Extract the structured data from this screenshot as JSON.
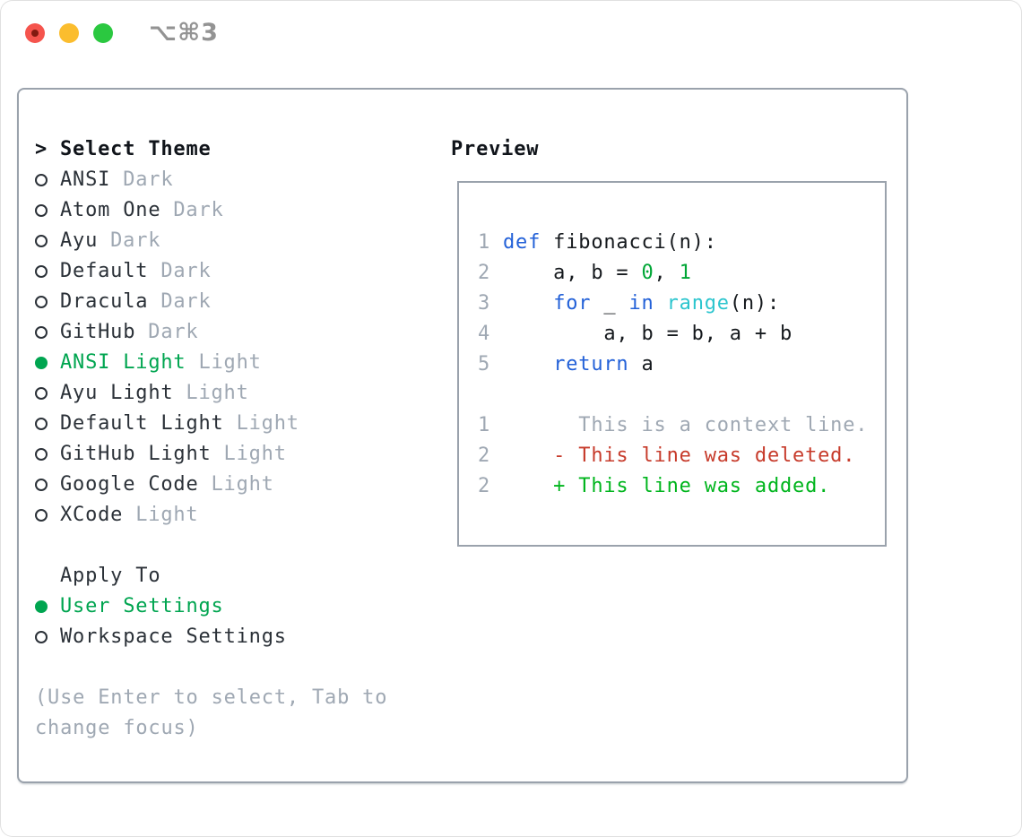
{
  "titlebar": {
    "shortcut": "⌥⌘3"
  },
  "theme_picker": {
    "cursor": ">",
    "title": "Select Theme",
    "items": [
      {
        "name": "ANSI",
        "tag": "Dark",
        "selected": false
      },
      {
        "name": "Atom One",
        "tag": "Dark",
        "selected": false
      },
      {
        "name": "Ayu",
        "tag": "Dark",
        "selected": false
      },
      {
        "name": "Default",
        "tag": "Dark",
        "selected": false
      },
      {
        "name": "Dracula",
        "tag": "Dark",
        "selected": false
      },
      {
        "name": "GitHub",
        "tag": "Dark",
        "selected": false
      },
      {
        "name": "ANSI Light",
        "tag": "Light",
        "selected": true
      },
      {
        "name": "Ayu Light",
        "tag": "Light",
        "selected": false
      },
      {
        "name": "Default Light",
        "tag": "Light",
        "selected": false
      },
      {
        "name": "GitHub Light",
        "tag": "Light",
        "selected": false
      },
      {
        "name": "Google Code",
        "tag": "Light",
        "selected": false
      },
      {
        "name": "XCode",
        "tag": "Light",
        "selected": false
      }
    ]
  },
  "apply_to": {
    "title": "Apply To",
    "options": [
      {
        "name": "User Settings",
        "selected": true
      },
      {
        "name": "Workspace Settings",
        "selected": false
      }
    ]
  },
  "hint": "(Use Enter to select, Tab to change focus)",
  "preview": {
    "title": "Preview",
    "lines": [
      {
        "num": "1",
        "tokens": [
          {
            "text": "def",
            "style": "keyword"
          },
          {
            "text": " fibonacci(n):",
            "style": "code"
          }
        ]
      },
      {
        "num": "2",
        "tokens": [
          {
            "text": "    a, b = ",
            "style": "code"
          },
          {
            "text": "0",
            "style": "number"
          },
          {
            "text": ", ",
            "style": "code"
          },
          {
            "text": "1",
            "style": "number"
          }
        ]
      },
      {
        "num": "3",
        "tokens": [
          {
            "text": "    ",
            "style": "code"
          },
          {
            "text": "for",
            "style": "keyword"
          },
          {
            "text": " _ ",
            "style": "code"
          },
          {
            "text": "in",
            "style": "keyword"
          },
          {
            "text": " ",
            "style": "code"
          },
          {
            "text": "range",
            "style": "builtin"
          },
          {
            "text": "(n):",
            "style": "code"
          }
        ]
      },
      {
        "num": "4",
        "tokens": [
          {
            "text": "        a, b = b, a + b",
            "style": "code"
          }
        ]
      },
      {
        "num": "5",
        "tokens": [
          {
            "text": "    ",
            "style": "code"
          },
          {
            "text": "return",
            "style": "keyword"
          },
          {
            "text": " a",
            "style": "code"
          }
        ]
      },
      {
        "num": "",
        "tokens": []
      },
      {
        "num": "1",
        "tokens": [
          {
            "text": "      This is a context line.",
            "style": "context"
          }
        ]
      },
      {
        "num": "2",
        "tokens": [
          {
            "text": "    - This line was deleted.",
            "style": "deleted"
          }
        ]
      },
      {
        "num": "2",
        "tokens": [
          {
            "text": "    + This line was added.",
            "style": "added"
          }
        ]
      }
    ]
  },
  "colors": {
    "text_dark": "#2b3138",
    "muted_gray": "#9fa8b3",
    "accent_green": "#00a550",
    "keyword_blue": "#2361d8",
    "builtin_cyan": "#2cc5ce",
    "number_green": "#00a636",
    "added_green": "#00b51d",
    "deleted_red": "#c73b2b",
    "border_gray": "#9aa2ac",
    "traffic_red": "#f5544d",
    "traffic_red_dot": "#821a10",
    "traffic_yellow": "#fbbd2e",
    "traffic_green": "#2bc840",
    "shortcut_gray": "#939393"
  }
}
